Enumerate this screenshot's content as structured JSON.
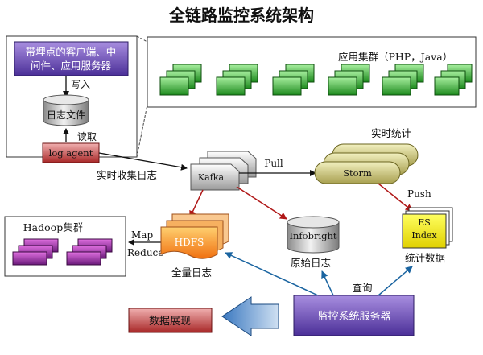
{
  "title": "全链路监控系统架构",
  "client_box": {
    "label_line1": "带埋点的客户端、中",
    "label_line2": "间件、应用服务器"
  },
  "write_label": "写入",
  "log_file_label": "日志文件",
  "read_label": "读取",
  "log_agent_label": "log agent",
  "app_cluster_label": "应用集群（PHP，Java）",
  "realtime_collect_label": "实时收集日志",
  "kafka_label": "Kafka",
  "pull_label": "Pull",
  "realtime_stats_label": "实时统计",
  "storm_label": "Storm",
  "push_label": "Push",
  "es_index": {
    "line1": "ES",
    "line2": "Index"
  },
  "stats_data_label": "统计数据",
  "hadoop_cluster_label": "Hadoop集群",
  "map_label": "Map",
  "reduce_label": "Reduce",
  "hdfs_label": "HDFS",
  "full_logs_label": "全量日志",
  "infobright_label": "Infobright",
  "raw_logs_label": "原始日志",
  "query_label": "查询",
  "monitor_server_label": "监控系统服务器",
  "data_display_label": "数据展现",
  "colors": {
    "purple_top": "#9a7fd0",
    "purple_bottom": "#4a2f96",
    "green_light": "#8ee08e",
    "green_dark": "#1f8a1f",
    "red_box": "#b84a4a",
    "orange": "#f39020",
    "yellow": "#f5f000",
    "arrow_red": "#b01818",
    "arrow_blue": "#1a64a0"
  }
}
